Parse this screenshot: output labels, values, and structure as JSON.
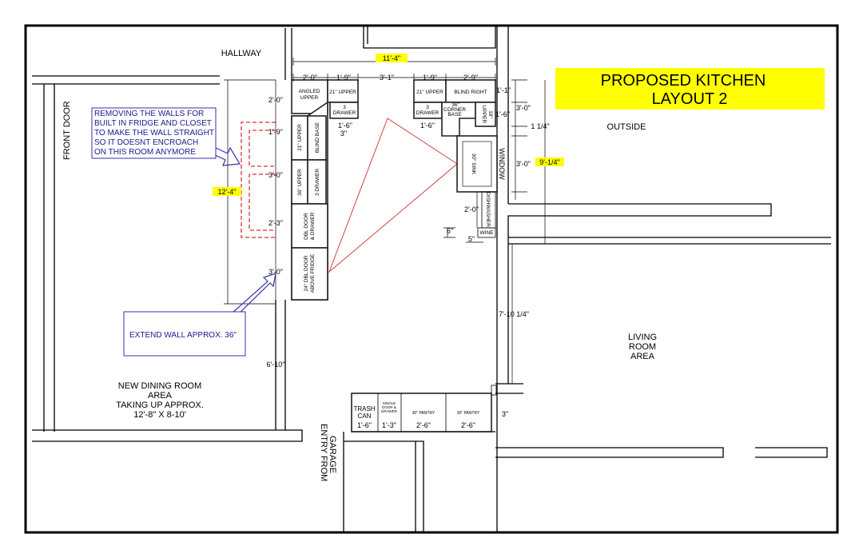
{
  "title": {
    "line1": "PROPOSED KITCHEN",
    "line2": "LAYOUT 2"
  },
  "rooms": {
    "hallway": "HALLWAY",
    "front_door": "FRONT DOOR",
    "outside": "OUTSIDE",
    "living": [
      "LIVING",
      "ROOM",
      "AREA"
    ],
    "dining": [
      "NEW DINING ROOM",
      "AREA",
      "TAKING UP APPROX.",
      "12'-8\" X 8-10'"
    ],
    "garage": [
      "ENTRY FROM",
      "GARAGE"
    ]
  },
  "notes": {
    "remove_walls": [
      "REMOVING THE WALLS FOR",
      "BUILT IN FRIDGE AND CLOSET",
      "TO MAKE THE WALL STRAIGHT",
      "SO IT DOESNT ENCROACH",
      "ON THIS ROOM ANYMORE"
    ],
    "extend_wall": "EXTEND WALL APPROX. 36\""
  },
  "cabinets": {
    "angled_upper": [
      "ANGLED",
      "UPPER"
    ],
    "upper_21_top_left": "21\" UPPER",
    "drawer3_top_left": [
      "3",
      "DRAWER"
    ],
    "upper_21_left": "21\" UPPER",
    "blind_base": "BLIND BASE",
    "upper_36": "36\" UPPER",
    "drawer3_left": "3 DRAWER",
    "dbl_door_drawer": [
      "DBL DOOR",
      "& DRAWER"
    ],
    "above_fridge": [
      "24\" DBL DOOR",
      "ABOVE FRIDGE"
    ],
    "upper_21_top_right": "21\" UPPER",
    "blind_right": "BLIND RIGHT",
    "drawer3_right": [
      "3",
      "DRAWER"
    ],
    "corner_base": [
      "36\"",
      "CORNER",
      "BASE"
    ],
    "upper_18": [
      "18\"",
      "UPPER"
    ],
    "sink": "30\" SINK",
    "window": "WINDOW",
    "dishwasher": "DISHWASHER",
    "wine": "WINE",
    "trash": [
      "TRASH",
      "CAN"
    ],
    "single_door": [
      "SINGLE",
      "DOOR &",
      "DRAWER"
    ],
    "pantry1": "30\" PANTRY",
    "pantry2": "30\" PANTRY"
  },
  "dimensions": {
    "overall_width": "11'-4\"",
    "top": [
      "2'-0\"",
      "1'-9\"",
      "3'-1\"",
      "1'-9\"",
      "2'-9\""
    ],
    "right": [
      "1'-1\"",
      "3'-0\"",
      "1'-6\"",
      "1 1/4\"",
      "3'-0\""
    ],
    "right_total": "9'-1/4\"",
    "left": [
      "2'-0\"",
      "1'-9\"",
      "3'-0\"",
      "2'-3\"",
      "3'-0\""
    ],
    "left_total": "12'-4\"",
    "drawer_left": [
      "1'-6\"",
      "3\""
    ],
    "drawer_right": "1'-6\"",
    "dw": "2'-0\"",
    "wine_h": "6\"",
    "wine_w": "5\"",
    "dining_depth": "6'-10\"",
    "living_depth": "7'-10 1/4\"",
    "pantry_gap": "3\"",
    "bottom": [
      "1'-6\"",
      "1'-3\"",
      "2'-6\"",
      "2'-6\""
    ]
  },
  "colors": {
    "highlight": "#ffff00",
    "note": "#3333aa",
    "demolition": "#e03030"
  }
}
